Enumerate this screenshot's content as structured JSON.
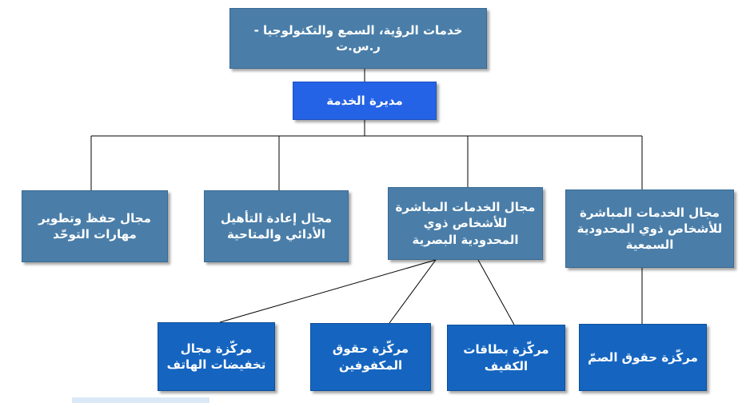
{
  "nodes": {
    "root": "خدمات الرؤية، السمع والتكنولوجيا - ر.س.ت",
    "director": "مديرة الخدمة",
    "domain_autism": "مجال حفظ وتطوير مهارات التوحّد",
    "domain_rehab": "مجال إعادة التأهيل الأدائي والمتاحية",
    "domain_visual": "مجال الخدمات المباشرة للأشخاص ذوي المحدودية البصرية",
    "domain_hearing": "مجال الخدمات المباشرة للأشخاص ذوي المحدودية السمعية",
    "center_phone": "مركّزة مجال تخفيضات الهاتف",
    "center_blind_rights": "مركّزة حقوق المكفوفين",
    "center_blind_cards": "مركّزة بطاقات الكفيف",
    "center_deaf_rights": "مركّزة حقوق الصمّ"
  },
  "colors": {
    "box_steel": "#4a7ea9",
    "box_bright": "#2563e6",
    "box_deep": "#1565c0",
    "connector": "#000000"
  }
}
